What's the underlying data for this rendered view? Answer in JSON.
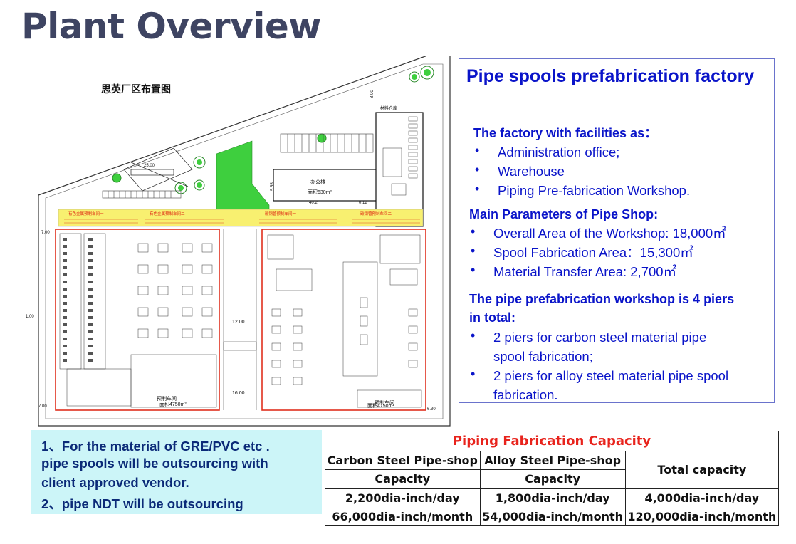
{
  "page": {
    "title": "Plant Overview"
  },
  "plan": {
    "heading": "思英厂区布置图",
    "office_area": "面积630m²",
    "left_area": "面积4750m²",
    "right_area": "面积4750m²",
    "dims": [
      "12.00",
      "16.00",
      "1.00",
      "7.00",
      "7.00",
      "6.30",
      "25.00",
      "40.2",
      "0.12",
      "5.55",
      "8.00"
    ]
  },
  "info": {
    "title": "Pipe spools prefabrication factory",
    "facilities_heading": "The factory with facilities as：",
    "facilities": [
      "Administration office;",
      "Warehouse",
      "Piping Pre-fabrication Workshop."
    ],
    "params_heading": "Main Parameters of Pipe Shop:",
    "params": [
      "Overall Area of the Workshop: 18,000㎡",
      "Spool Fabrication Area：15,300㎡",
      "Material Transfer Area: 2,700㎡"
    ],
    "piers_heading_1": "The pipe prefabrication workshop is 4 piers",
    "piers_heading_2": "in total:",
    "piers": [
      {
        "line1": "2 piers for carbon steel material pipe",
        "line2": "spool fabrication;"
      },
      {
        "line1": "2 piers for alloy steel material pipe spool",
        "line2": "fabrication."
      }
    ]
  },
  "notes": [
    "1、For the material of GRE/PVC etc .",
    "pipe spools will be outsourcing with",
    "client approved vendor.",
    "2、pipe NDT will be outsourcing"
  ],
  "capacity": {
    "title": "Piping Fabrication Capacity",
    "col1_h1": "Carbon Steel Pipe-shop",
    "col1_h2": "Capacity",
    "col2_h1": "Alloy Steel Pipe-shop",
    "col2_h2": "Capacity",
    "col3_h": "Total capacity",
    "col1_v1": "2,200dia-inch/day",
    "col1_v2": "66,000dia-inch/month",
    "col2_v1": "1,800dia-inch/day",
    "col2_v2": "54,000dia-inch/month",
    "col3_v1": "4,000dia-inch/day",
    "col3_v2": "120,000dia-inch/month"
  },
  "colors": {
    "title": "#3e4462",
    "info_text": "#0a14c9",
    "notes_bg": "#ccf5f8",
    "capacity_title": "#e8231c",
    "green_area": "#3ecf3e",
    "yellow_band": "#f8f070",
    "red_outline": "#e0301e"
  }
}
